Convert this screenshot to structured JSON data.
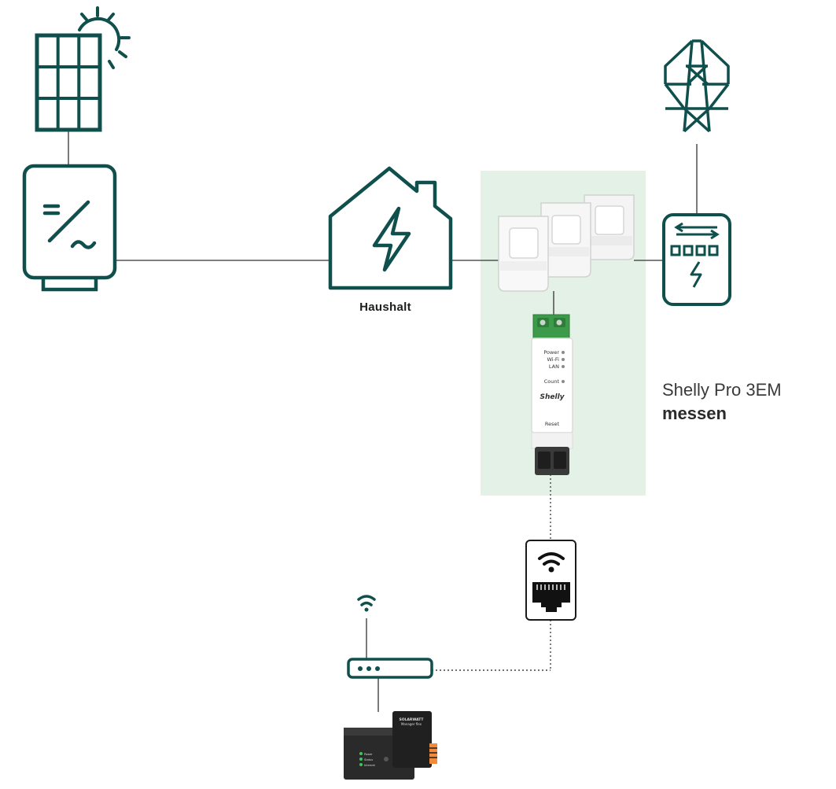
{
  "colors": {
    "icon_stroke": "#0f4f4c",
    "highlight_bg": "#e4f1e6",
    "line": "#333333",
    "terminal_green": "#3c9a4a",
    "led_green": "#3cc75a",
    "connector_orange": "#f08a3c"
  },
  "household": {
    "label": "Haushalt"
  },
  "meter": {
    "name": "Shelly Pro 3EM",
    "action": "messen",
    "brand_label": "Shelly",
    "indicators": [
      "Power",
      "Wi-Fi",
      "LAN",
      "Count"
    ],
    "reset_label": "Reset"
  },
  "manager": {
    "brand_label": "SOLARWATT",
    "model_label": "Manager flex",
    "indicators": [
      "Power",
      "Status",
      "Internet"
    ]
  },
  "icons": [
    "solar-panel-icon",
    "sun-icon",
    "inverter-icon",
    "house-icon",
    "lightning-icon",
    "power-pylon-icon",
    "grid-meter-icon",
    "ethernet-socket-icon",
    "wifi-icon",
    "router-icon"
  ]
}
